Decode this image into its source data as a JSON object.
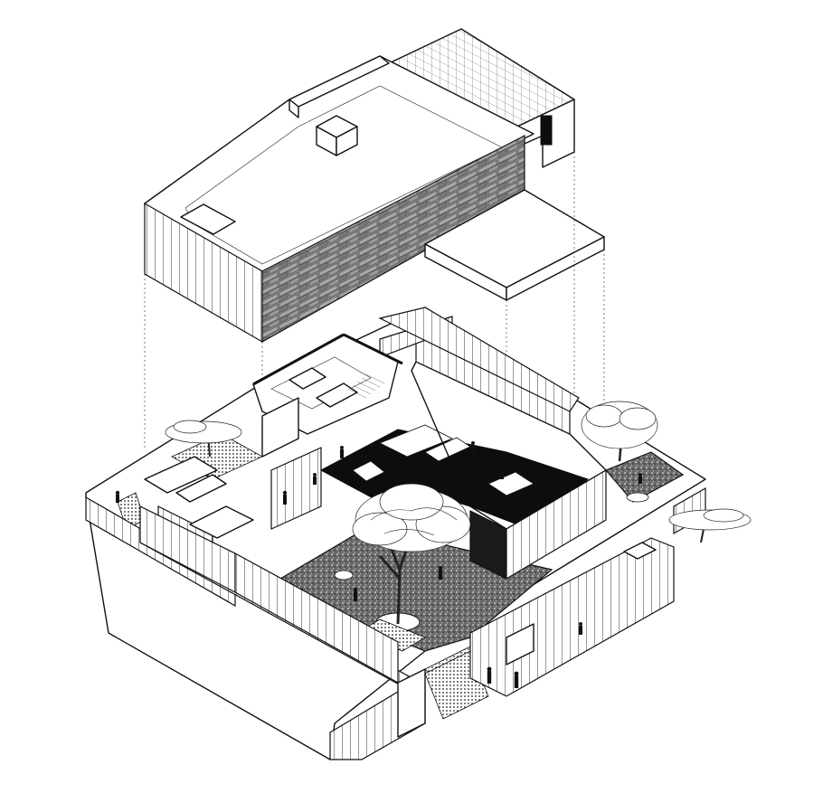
{
  "diagram": {
    "type": "exploded axonometric architectural drawing",
    "components": {
      "roof": [
        "roof-slab",
        "roof-pergola",
        "roof-canopy-wing",
        "skylight"
      ],
      "ground": [
        "perimeter-wall",
        "central-courtyard",
        "courtyard-tree",
        "glass-pavilion",
        "service-core",
        "entry-ramp",
        "side-garden-trees"
      ]
    },
    "colors": {
      "ink": "#111111",
      "paper": "#ffffff",
      "floor-black": "#0d0d0d"
    }
  }
}
